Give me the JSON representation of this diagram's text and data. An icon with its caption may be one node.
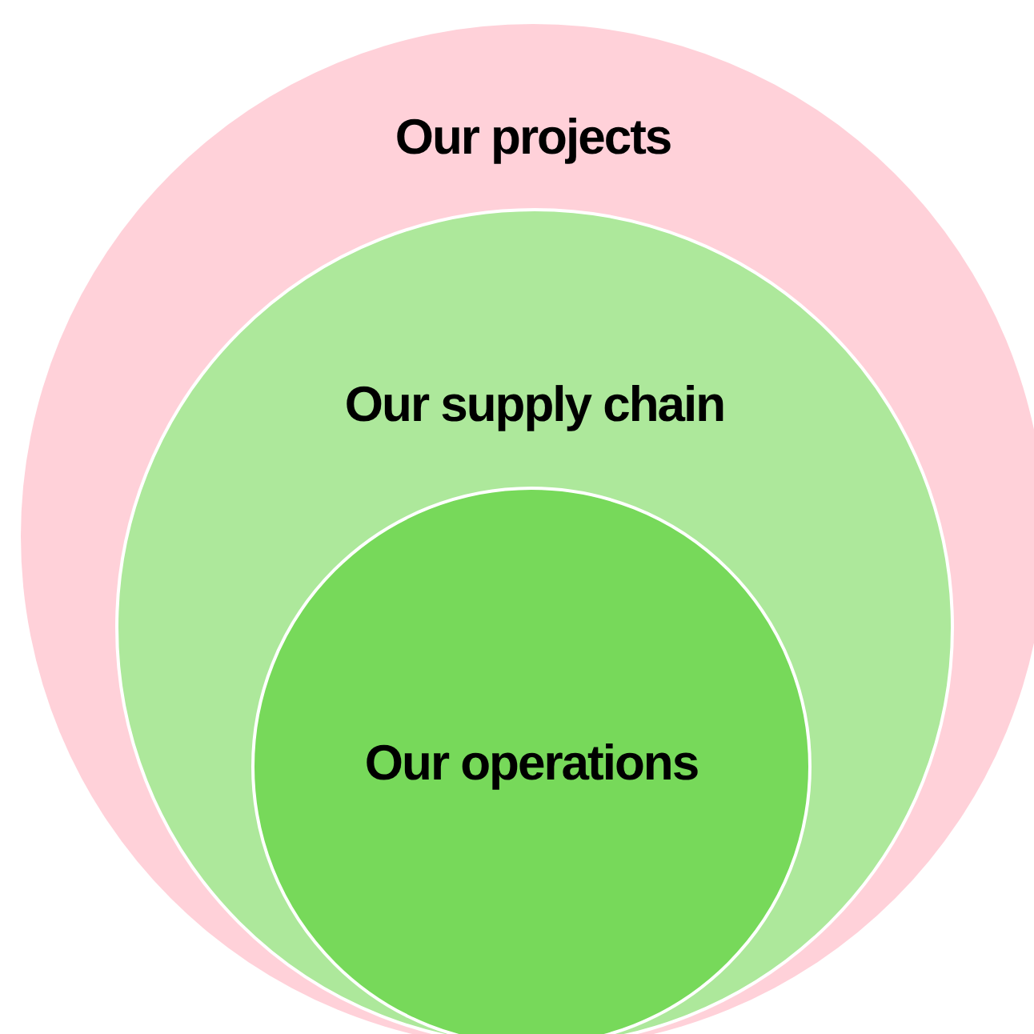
{
  "diagram": {
    "nodes": [
      {
        "text": [
          "Our projects"
        ]
      },
      {
        "text": [
          "Our supply chain"
        ],
        "in": 0
      },
      {
        "text": [
          "Our operations"
        ],
        "in": 1
      }
    ]
  }
}
